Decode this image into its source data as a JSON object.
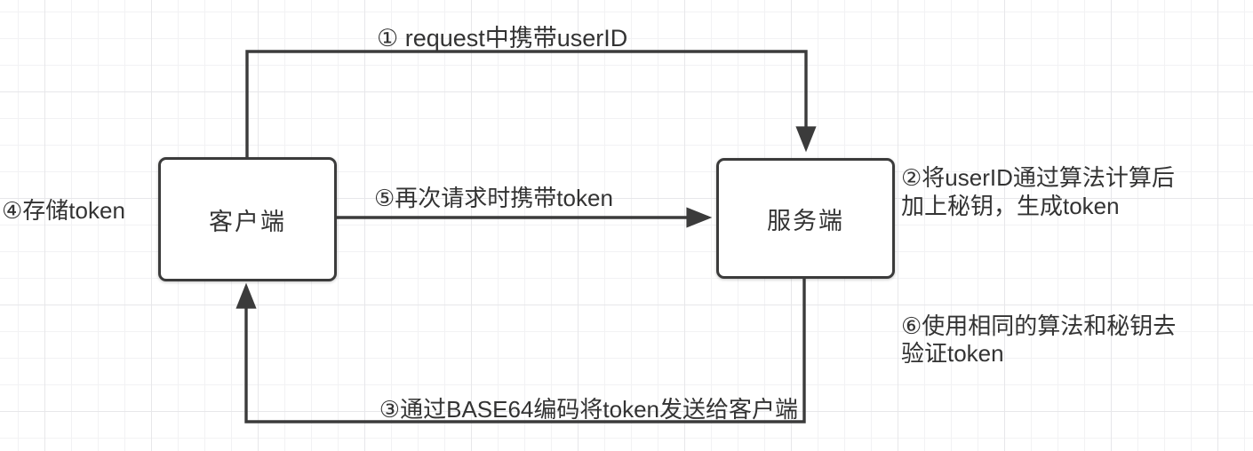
{
  "diagram": {
    "type": "flow-diagram",
    "topic": "token authentication flow",
    "nodes": {
      "client": {
        "label": "客户端"
      },
      "server": {
        "label": "服务端"
      }
    },
    "edges": [
      {
        "id": "step1",
        "from": "client",
        "to": "server",
        "label": "① request中携带userID"
      },
      {
        "id": "step5",
        "from": "client",
        "to": "server",
        "label": "⑤再次请求时携带token"
      },
      {
        "id": "step3",
        "from": "server",
        "to": "client",
        "label": "③通过BASE64编码将token发送给客户端"
      }
    ],
    "notes": [
      {
        "id": "step4",
        "attached_to": "client",
        "lines": [
          "④存储token"
        ]
      },
      {
        "id": "step2",
        "attached_to": "server",
        "lines": [
          "②将userID通过算法计算后",
          "加上秘钥，生成token"
        ]
      },
      {
        "id": "step6",
        "attached_to": "server",
        "lines": [
          "⑥使用相同的算法和秘钥去",
          "验证token"
        ]
      }
    ],
    "colors": {
      "line": "#3b3b3b",
      "text": "#333333",
      "grid_minor": "#f2f2f4",
      "grid_major": "#e7e7ea",
      "background": "#ffffff"
    }
  }
}
